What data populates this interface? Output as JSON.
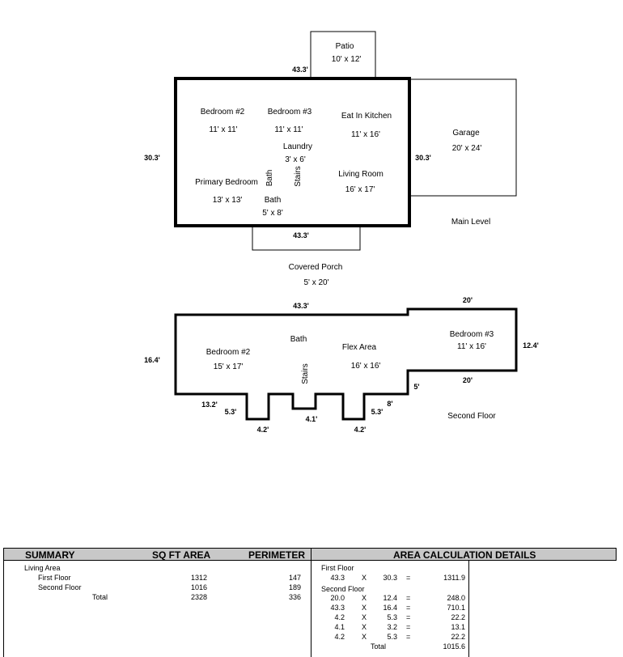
{
  "main_level": {
    "level_label": "Main Level",
    "rooms": [
      {
        "name": "Patio",
        "size": "10' x 12'"
      },
      {
        "name": "Bedroom #2",
        "size": "11' x 11'"
      },
      {
        "name": "Bedroom #3",
        "size": "11' x 11'"
      },
      {
        "name": "Eat In Kitchen",
        "size": "11' x 16'"
      },
      {
        "name": "Laundry",
        "size": "3' x 6'"
      },
      {
        "name": "Garage",
        "size": "20' x 24'"
      },
      {
        "name": "Primary Bedroom",
        "size": "13' x 13'"
      },
      {
        "name": "Living Room",
        "size": "16' x 17'"
      },
      {
        "name": "Bath",
        "size": "5' x 8'"
      },
      {
        "name": "Covered Porch",
        "size": "5' x 20'"
      }
    ],
    "vertical_labels": {
      "bath": "Bath",
      "stairs": "Stairs"
    },
    "dims": {
      "top": "43.3'",
      "left": "30.3'",
      "right": "30.3'",
      "bottom": "43.3'"
    }
  },
  "second_floor": {
    "level_label": "Second Floor",
    "rooms": [
      {
        "name": "Bath",
        "size": ""
      },
      {
        "name": "Bedroom #2",
        "size": "15' x 17'"
      },
      {
        "name": "Flex Area",
        "size": "16' x 16'"
      },
      {
        "name": "Bedroom #3",
        "size": "11' x 16'"
      }
    ],
    "vertical_labels": {
      "stairs": "Stairs"
    },
    "dims": {
      "top": "43.3'",
      "top_right": "20'",
      "right": "12.4'",
      "lower_right": "20'",
      "step": "5'",
      "left": "16.4'",
      "left_bottom": "13.2'",
      "bump1_side": "5.3'",
      "bump1_bottom": "4.2'",
      "bump2_bottom": "4.1'",
      "bump3_side": "5.3'",
      "bump3_bottom": "4.2'",
      "right_bottom": "8'"
    }
  },
  "summary": {
    "headers": [
      "SUMMARY",
      "SQ FT AREA",
      "PERIMETER",
      "AREA CALCULATION DETAILS"
    ],
    "living_area_label": "Living Area",
    "rows": [
      {
        "label": "First Floor",
        "area": "1312",
        "perimeter": "147"
      },
      {
        "label": "Second Floor",
        "area": "1016",
        "perimeter": "189"
      },
      {
        "label": "Total",
        "area": "2328",
        "perimeter": "336"
      }
    ],
    "details": {
      "first_floor_label": "First Floor",
      "first_floor": [
        [
          "43.3",
          "X",
          "30.3",
          "=",
          "1311.9"
        ]
      ],
      "second_floor_label": "Second Floor",
      "second_floor": [
        [
          "20.0",
          "X",
          "12.4",
          "=",
          "248.0"
        ],
        [
          "43.3",
          "X",
          "16.4",
          "=",
          "710.1"
        ],
        [
          "4.2",
          "X",
          "5.3",
          "=",
          "22.2"
        ],
        [
          "4.1",
          "X",
          "3.2",
          "=",
          "13.1"
        ],
        [
          "4.2",
          "X",
          "5.3",
          "=",
          "22.2"
        ]
      ],
      "total_label": "Total",
      "total": "1015.6"
    }
  }
}
